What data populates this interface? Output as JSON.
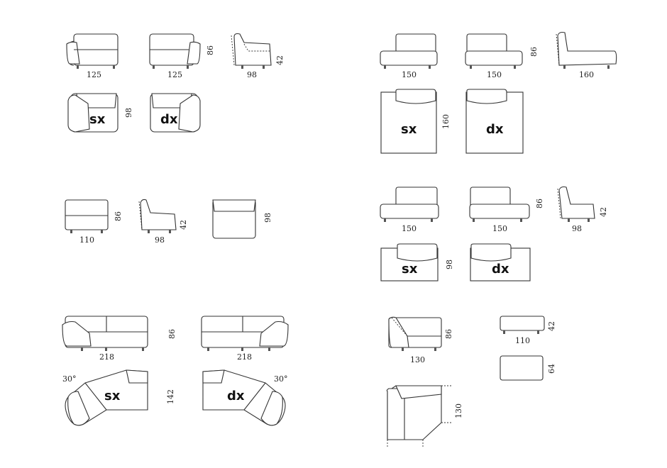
{
  "labels": {
    "sx": "sx",
    "dx": "dx",
    "angle": "30°"
  },
  "dims": {
    "d125a": "125",
    "d125b": "125",
    "d86a": "86",
    "d42a": "42",
    "d98a": "98",
    "d98b": "98",
    "d150a": "150",
    "d150b": "150",
    "d86b": "86",
    "d160a": "160",
    "d160b": "160",
    "d110a": "110",
    "d86c": "86",
    "d98c": "98",
    "d42b": "42",
    "d98d": "98",
    "d150c": "150",
    "d150d": "150",
    "d86d": "86",
    "d98e": "98",
    "d42c": "42",
    "d98f": "98",
    "d218a": "218",
    "d86e": "86",
    "d218b": "218",
    "d142": "142",
    "d130a": "130",
    "d86f": "86",
    "d110b": "110",
    "d42d": "42",
    "d64": "64",
    "d130b": "130"
  }
}
